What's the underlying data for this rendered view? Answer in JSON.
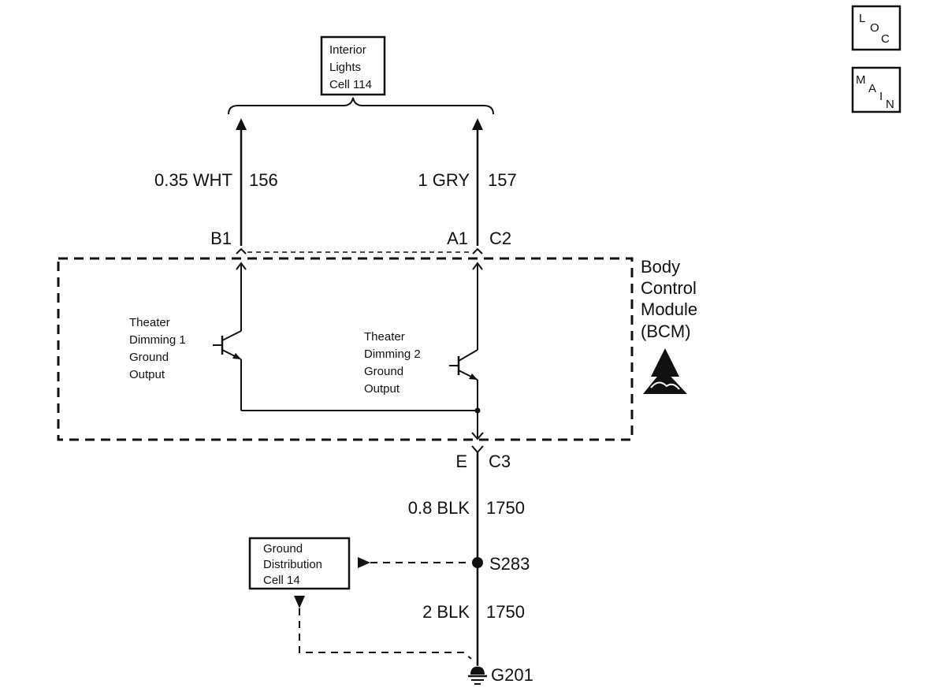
{
  "nav": {
    "loc": {
      "l1": "L",
      "l2": "O",
      "l3": "C"
    },
    "main": {
      "l1": "M",
      "l2": "A",
      "l3": "I",
      "l4": "N"
    }
  },
  "interior_lights": {
    "line1": "Interior",
    "line2": "Lights",
    "line3": "Cell 114"
  },
  "wires": {
    "left": {
      "gauge_color": "0.35 WHT",
      "circuit": "156",
      "pin": "B1"
    },
    "right": {
      "gauge_color": "1 GRY",
      "circuit": "157",
      "pin": "A1",
      "connector": "C2"
    },
    "ground1": {
      "gauge_color": "0.8 BLK",
      "circuit": "1750",
      "pin": "E",
      "connector": "C3"
    },
    "ground2": {
      "gauge_color": "2 BLK",
      "circuit": "1750"
    }
  },
  "bcm": {
    "line1": "Body",
    "line2": "Control",
    "line3": "Module",
    "line4": "(BCM)"
  },
  "theater1": {
    "line1": "Theater",
    "line2": "Dimming 1",
    "line3": "Ground",
    "line4": "Output"
  },
  "theater2": {
    "line1": "Theater",
    "line2": "Dimming 2",
    "line3": "Ground",
    "line4": "Output"
  },
  "splice": "S283",
  "ground_point": "G201",
  "ground_dist": {
    "line1": "Ground",
    "line2": "Distribution",
    "line3": "Cell 14"
  },
  "colors": {
    "ink": "#111111",
    "background": "#ffffff"
  }
}
